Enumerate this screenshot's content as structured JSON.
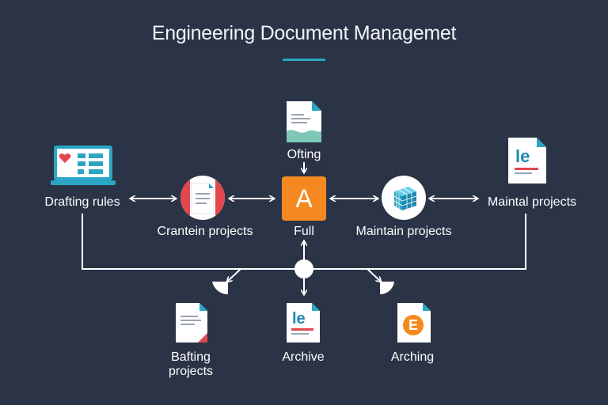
{
  "title": "Engineering Document Managemet",
  "nodes": {
    "drafting_rules": "Drafting rules",
    "crantein_projects": "Crantein projects",
    "ofting": "Ofting",
    "full": "Full",
    "maintain_projects": "Maintain projects",
    "maintal_projects": "Maintal projects",
    "bafting_projects_line1": "Bafting",
    "bafting_projects_line2": "projects",
    "archive": "Archive",
    "arching": "Arching"
  },
  "icons": {
    "center_letter": "A",
    "doc_right_letters": "le",
    "doc_archive_letters": "le",
    "arching_letter": "E"
  },
  "colors": {
    "background": "#2b3346",
    "accent_orange": "#f5891f",
    "accent_teal": "#2aa6c4",
    "accent_red": "#e2474e",
    "line": "#ffffff"
  }
}
